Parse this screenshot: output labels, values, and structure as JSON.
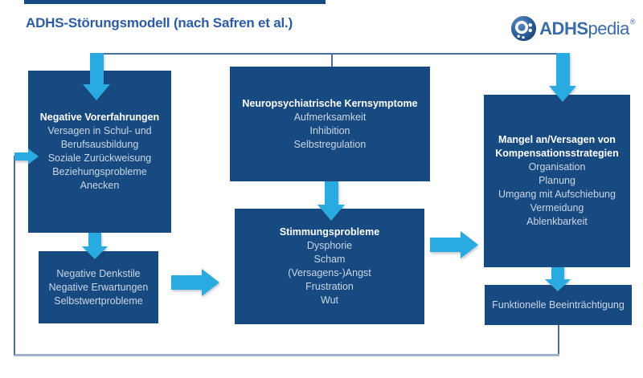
{
  "header": {
    "title": "ADHS-Störungsmodell (nach Safren et al.)",
    "logo": {
      "icon": "adhspedia-globe-icon",
      "brand_strong": "ADHS",
      "brand_light": "pedia",
      "registered_mark": "®"
    }
  },
  "colors": {
    "box_fill": "#174A80",
    "arrow": "#29ABE2",
    "title_text": "#2B5CA6",
    "connector": "#4A6F9F",
    "connector_light": "#9FB2CB",
    "box_text": "#CCD6E4",
    "box_title_text": "#FFFFFF"
  },
  "boxes": {
    "vorerfahrungen": {
      "title": "Negative Vorerfahrungen",
      "items": [
        "Versagen in Schul- und",
        "Berufsausbildung",
        "Soziale Zurückweisung",
        "Beziehungsprobleme",
        "Anecken"
      ]
    },
    "kernsymptome": {
      "title": "Neuropsychiatrische Kernsymptome",
      "items": [
        "Aufmerksamkeit",
        "Inhibition",
        "Selbstregulation"
      ]
    },
    "kompensation": {
      "title": "Mangel an/Versagen von Kompensationsstrategien",
      "items": [
        "Organisation",
        "Planung",
        "Umgang mit Aufschiebung",
        "Vermeidung",
        "Ablenkbarkeit"
      ]
    },
    "denkstile": {
      "items": [
        "Negative Denkstile",
        "Negative Erwartungen",
        "Selbstwertprobleme"
      ]
    },
    "stimmungsprobleme": {
      "title": "Stimmungsprobleme",
      "items": [
        "Dysphorie",
        "Scham",
        "(Versagens-)Angst",
        "Frustration",
        "Wut"
      ]
    },
    "funktionell": {
      "items": [
        "Funktionelle Beeinträchtigung"
      ]
    }
  },
  "flow": {
    "arrows": [
      "arrow-top-into-vorerfahrungen",
      "arrow-top-into-kompensation",
      "arrow-kernsymptome-to-stimmungsprobleme",
      "arrow-vorerfahrungen-to-denkstile",
      "arrow-denkstile-to-stimmungsprobleme",
      "arrow-stimmungsprobleme-to-kompensation",
      "arrow-kompensation-to-funktionell",
      "arrow-feedback-into-vorerfahrungen"
    ]
  }
}
